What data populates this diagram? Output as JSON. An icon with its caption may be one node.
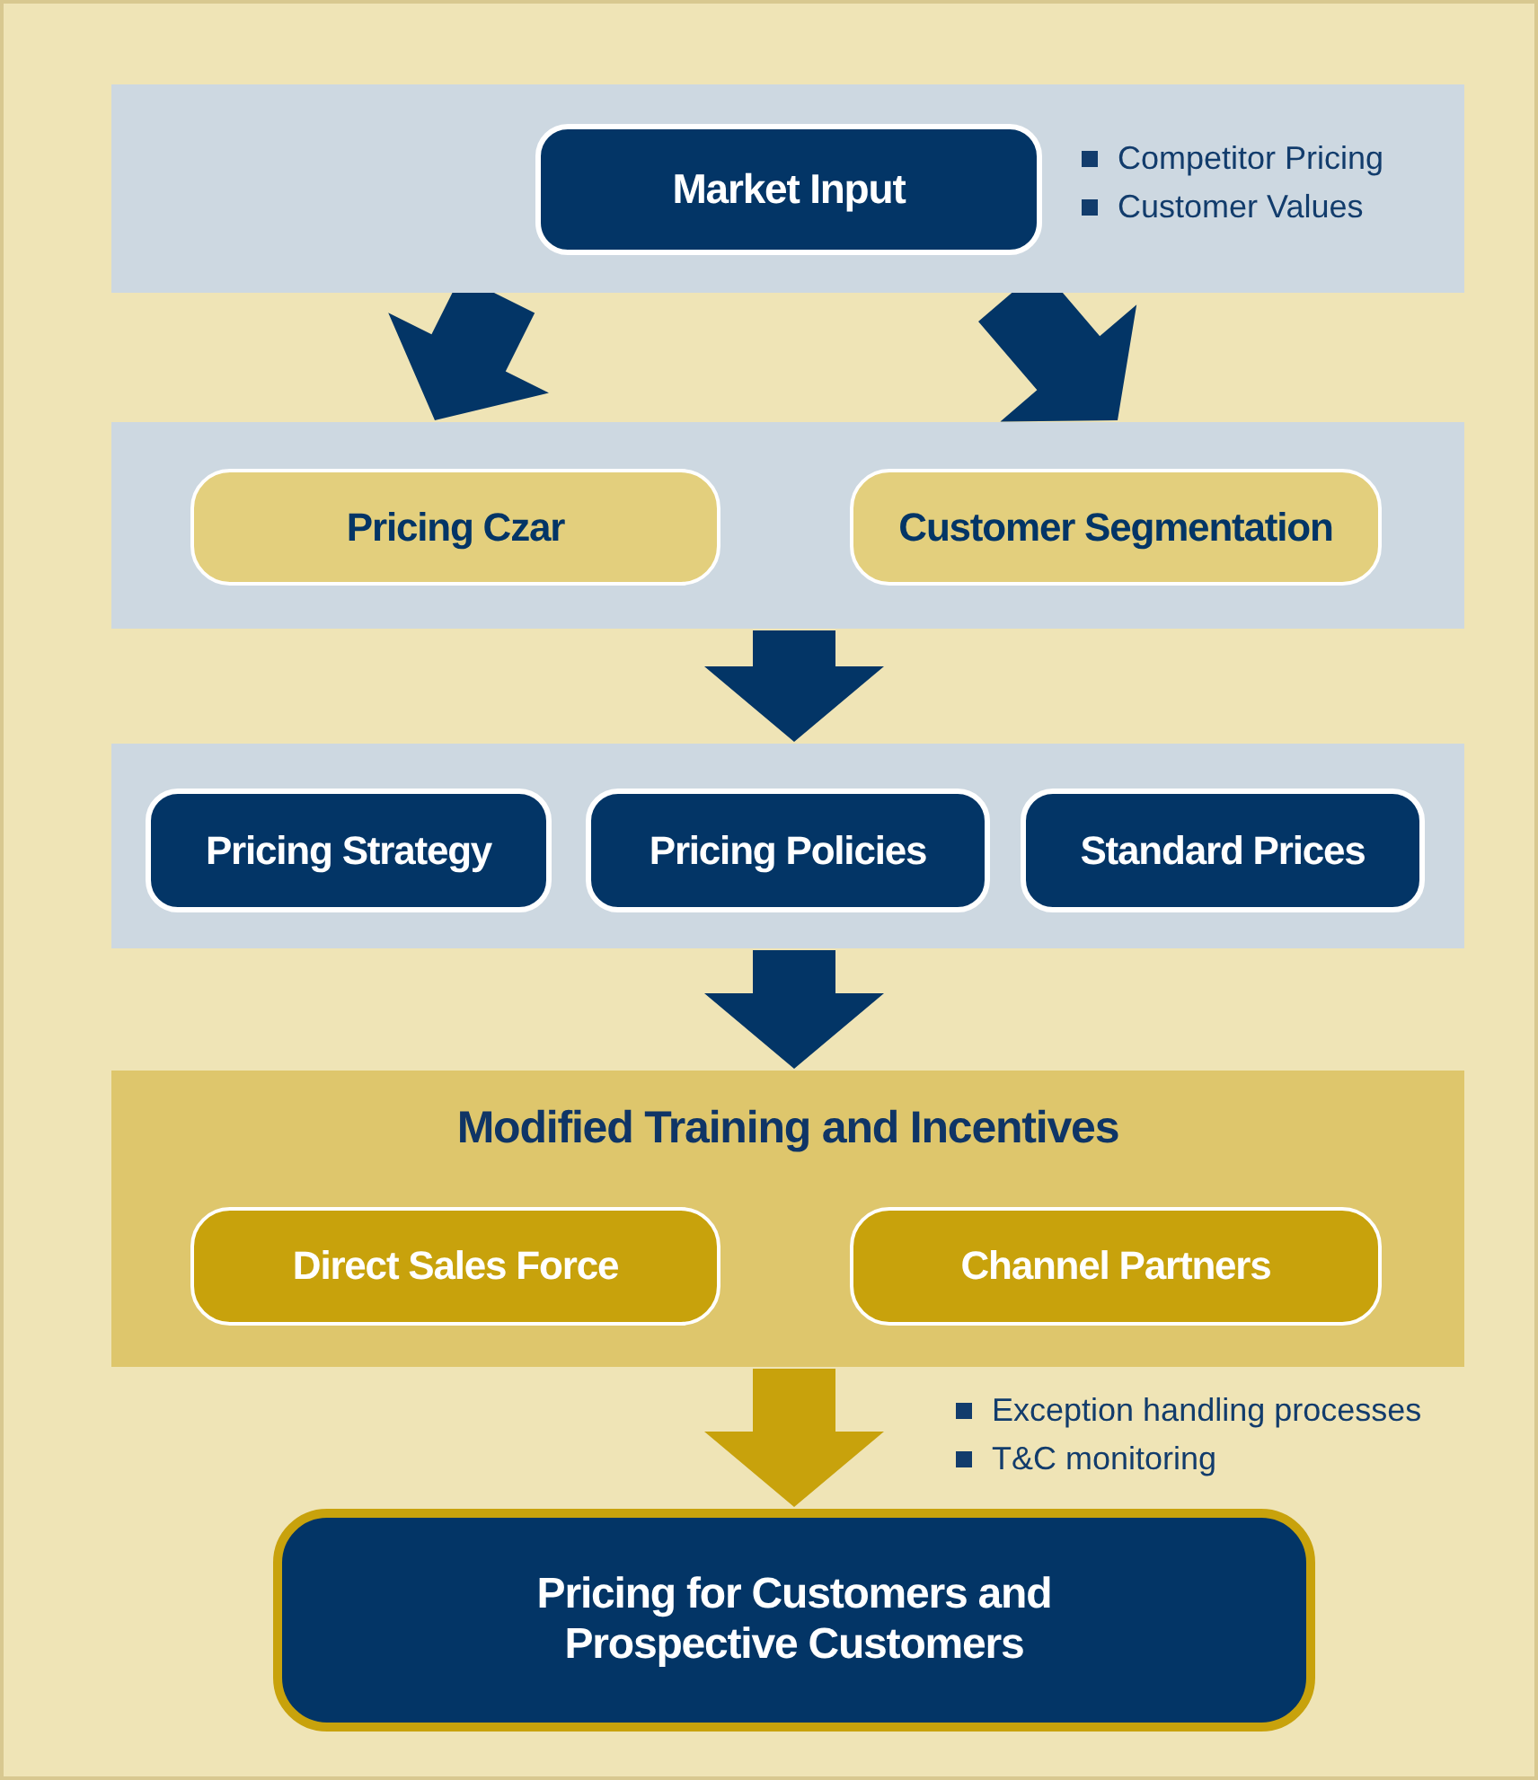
{
  "diagram": {
    "nodes": [
      {
        "text": [],
        "shape": "box"
      },
      {
        "text": [
          "Market Input"
        ],
        "in": 0,
        "beside": [
          "Competitor Pricing",
          "Customer Values"
        ]
      },
      {
        "text": [],
        "shape": "box"
      },
      {
        "text": [
          "Pricing Czar"
        ],
        "in": 2
      },
      {
        "text": [
          "Customer Segmentation"
        ],
        "in": 2
      },
      {
        "text": [],
        "shape": "box"
      },
      {
        "text": [
          "Pricing Strategy"
        ],
        "in": 5
      },
      {
        "text": [
          "Pricing Policies"
        ],
        "in": 5
      },
      {
        "text": [
          "Standard Prices"
        ],
        "in": 5
      },
      {
        "text": [
          "Modified Training and Incentives"
        ]
      },
      {
        "text": [
          "Direct Sales Force"
        ],
        "in": 9
      },
      {
        "text": [
          "Channel Partners"
        ],
        "in": 9
      },
      {
        "text": [
          "Pricing for Customers and Prospective Customers"
        ],
        "beside": [
          "Exception handling processes",
          "T&C monitoring"
        ]
      }
    ],
    "edges": [
      {
        "from": 0,
        "to": 2,
        "arrow": "to"
      },
      {
        "from": 0,
        "to": 2,
        "arrow": "to"
      },
      {
        "from": 2,
        "to": 5,
        "arrow": "to"
      },
      {
        "from": 5,
        "to": 9,
        "arrow": "to"
      },
      {
        "from": 9,
        "to": 12,
        "arrow": "to",
        "color": "#c8a20c"
      }
    ]
  }
}
